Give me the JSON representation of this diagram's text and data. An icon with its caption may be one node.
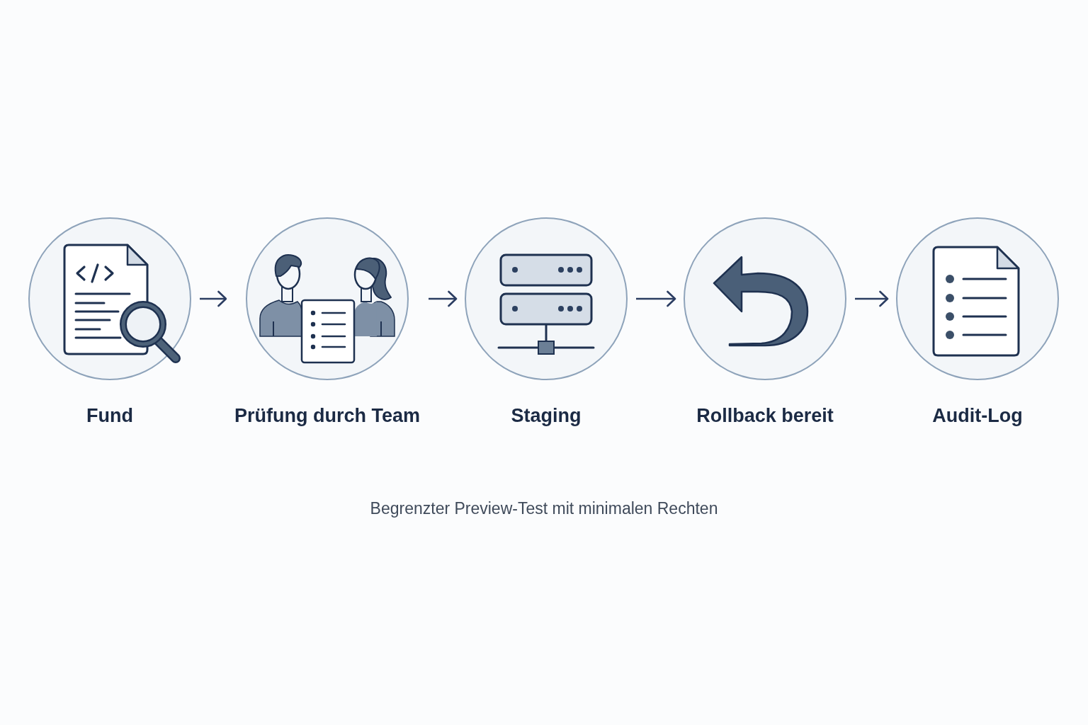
{
  "diagram": {
    "caption": "Begrenzter Preview-Test mit minimalen Rechten",
    "nodes": [
      {
        "text": [
          "Fund"
        ]
      },
      {
        "text": [
          "Prüfung durch Team"
        ]
      },
      {
        "text": [
          "Staging"
        ]
      },
      {
        "text": [
          "Rollback bereit"
        ]
      },
      {
        "text": [
          "Audit-Log"
        ]
      }
    ],
    "edges": [
      {
        "from": 0,
        "to": 1,
        "arrow": "to"
      },
      {
        "from": 1,
        "to": 2,
        "arrow": "to"
      },
      {
        "from": 2,
        "to": 3,
        "arrow": "to"
      },
      {
        "from": 3,
        "to": 4,
        "arrow": "to"
      }
    ]
  }
}
